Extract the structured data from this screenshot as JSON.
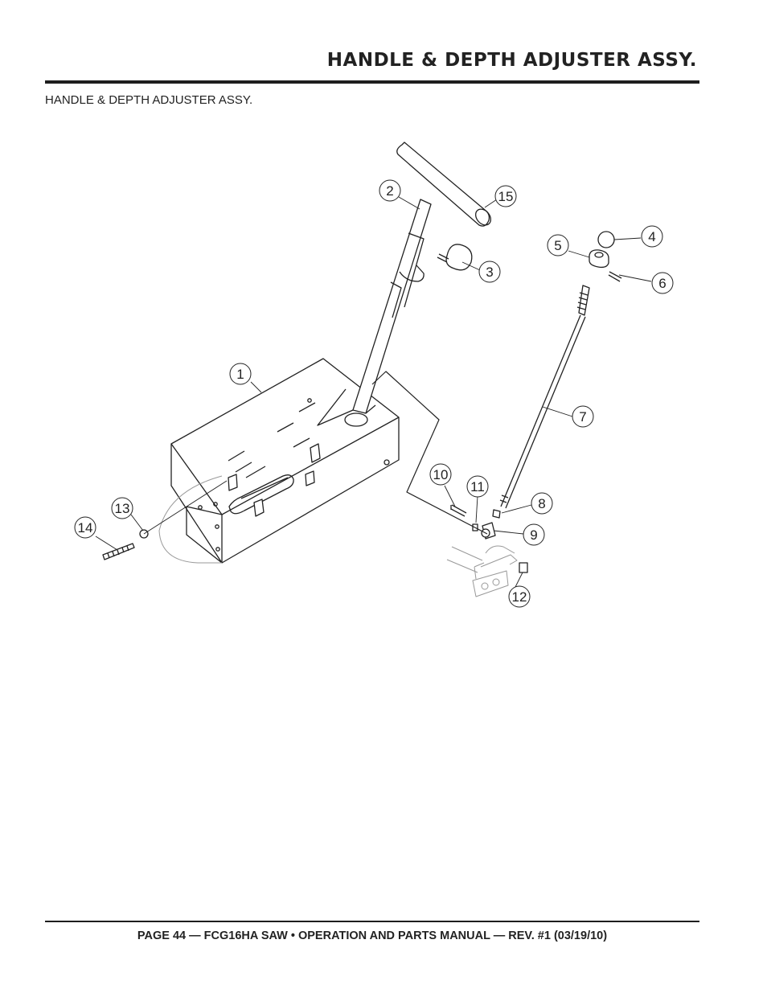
{
  "header": {
    "title": "HANDLE & DEPTH ADJUSTER ASSY."
  },
  "section": {
    "caption": "HANDLE & DEPTH ADJUSTER ASSY."
  },
  "callouts": {
    "c1": "1",
    "c2": "2",
    "c3": "3",
    "c4": "4",
    "c5": "5",
    "c6": "6",
    "c7": "7",
    "c8": "8",
    "c9": "9",
    "c10": "10",
    "c11": "11",
    "c12": "12",
    "c13": "13",
    "c14": "14",
    "c15": "15"
  },
  "footer": {
    "text": "PAGE 44 — FCG16HA SAW • OPERATION AND PARTS MANUAL — REV. #1 (03/19/10)"
  }
}
